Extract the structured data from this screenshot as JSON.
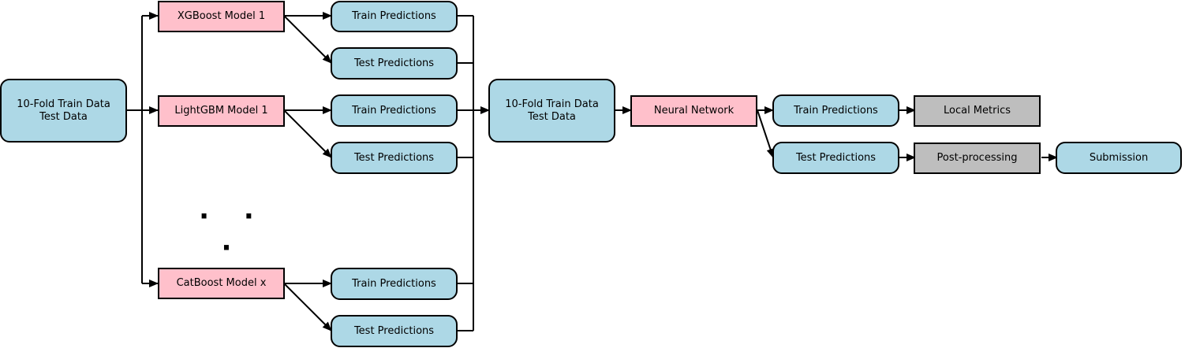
{
  "diagram": {
    "input": {
      "line1": "10-Fold Train Data",
      "line2": "Test Data"
    },
    "models": {
      "xgboost": "XGBoost Model 1",
      "lightgbm": "LightGBM Model 1",
      "catboost": "CatBoost Model x"
    },
    "train_predictions": "Train Predictions",
    "test_predictions": "Test Predictions",
    "ellipsis": "· · ·",
    "stack_input": {
      "line1": "10-Fold Train Data",
      "line2": "Test Data"
    },
    "neural_network": "Neural Network",
    "local_metrics": "Local Metrics",
    "post_processing": "Post-processing",
    "submission": "Submission"
  }
}
